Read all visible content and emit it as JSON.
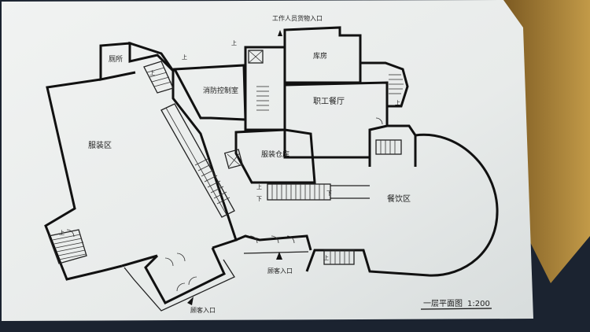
{
  "plan": {
    "labels": {
      "restroom": "厕所",
      "service_area": "服装区",
      "fire_control": "消防控制室",
      "storage": "库房",
      "staff_dining": "职工餐厅",
      "clothing_store": "服装仓库",
      "dining_area": "餐饮区",
      "staff_cargo_entrance": "工作人员货物入口",
      "customer_entrance_center": "顾客入口",
      "customer_entrance_bottom": "顾客入口"
    },
    "stair_marks": {
      "up": "上",
      "down": "下"
    },
    "title": "一层平面图",
    "scale": "1:200"
  },
  "colors": {
    "paper": "#e9ecea",
    "ink": "#111111",
    "background": "#1b2330",
    "wood": "#b8913f"
  }
}
